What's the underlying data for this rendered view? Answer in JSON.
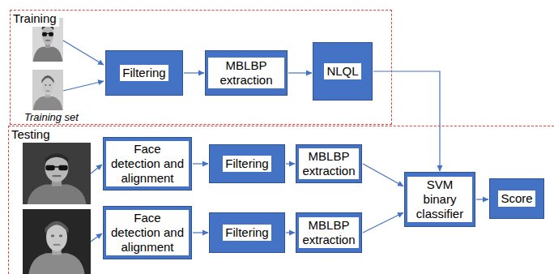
{
  "diagram": {
    "nodes": [
      {
        "text": [
          "Training"
        ]
      },
      {
        "text": [
          "Filtering"
        ],
        "in": 0
      },
      {
        "text": [
          "MBLBP extraction"
        ],
        "in": 0
      },
      {
        "text": [
          "NLQL"
        ],
        "in": 0
      },
      {
        "text": [
          "Testing"
        ]
      },
      {
        "text": [
          "Face detection and alignment"
        ],
        "in": 4
      },
      {
        "text": [
          "Filtering"
        ],
        "in": 4
      },
      {
        "text": [
          "MBLBP extraction"
        ],
        "in": 4
      },
      {
        "text": [
          "SVM binary classifier"
        ],
        "in": 4
      },
      {
        "text": [
          "Score"
        ],
        "in": 4
      },
      {
        "text": [
          "Face detection and alignment"
        ],
        "in": 4
      },
      {
        "text": [
          "Filtering"
        ],
        "in": 4
      },
      {
        "text": [
          "MBLBP extraction"
        ],
        "in": 4
      }
    ],
    "edges": [
      {
        "from": 1,
        "to": 2,
        "arrow": "to"
      },
      {
        "from": 2,
        "to": 3,
        "arrow": "to"
      },
      {
        "from": 3,
        "to": 8,
        "arrow": "to"
      },
      {
        "from": 5,
        "to": 6,
        "arrow": "to"
      },
      {
        "from": 6,
        "to": 7,
        "arrow": "to"
      },
      {
        "from": 7,
        "to": 8,
        "arrow": "to"
      },
      {
        "from": 10,
        "to": 11,
        "arrow": "to"
      },
      {
        "from": 11,
        "to": 12,
        "arrow": "to"
      },
      {
        "from": 12,
        "to": 8,
        "arrow": "to"
      },
      {
        "from": 8,
        "to": 9,
        "arrow": "to"
      }
    ],
    "labels": [
      "Training set"
    ]
  }
}
